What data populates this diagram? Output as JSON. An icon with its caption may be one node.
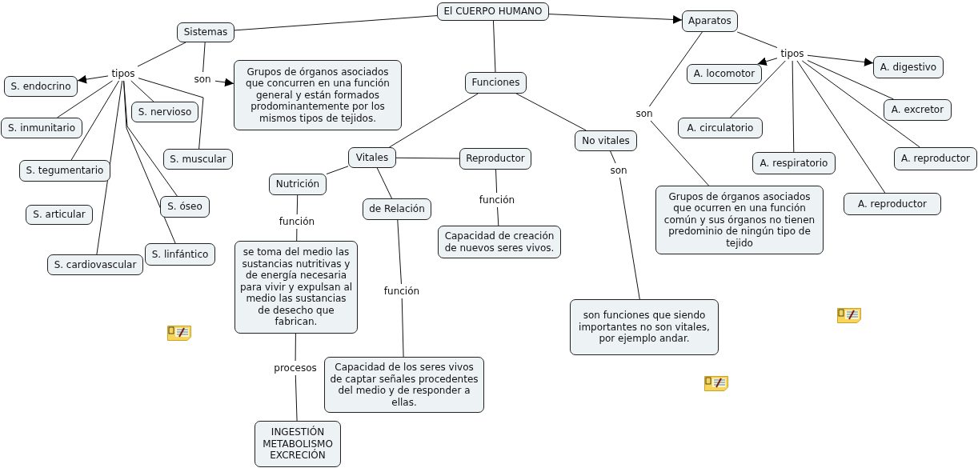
{
  "diagram": {
    "nodes": [
      {
        "text": [
          "El CUERPO HUMANO"
        ]
      },
      {
        "text": [
          "Sistemas"
        ]
      },
      {
        "text": [
          "Aparatos"
        ]
      },
      {
        "text": [
          "Funciones"
        ]
      },
      {
        "text": [
          "tipos"
        ]
      },
      {
        "text": [
          "son"
        ]
      },
      {
        "text": [
          "Grupos de órganos asociados que concurren en una función general y están formados prodominantemente por los mismos tipos de tejidos."
        ]
      },
      {
        "text": [
          "S. endocrino"
        ]
      },
      {
        "text": [
          "S. inmunitario"
        ]
      },
      {
        "text": [
          "S. nervioso"
        ]
      },
      {
        "text": [
          "S. tegumentario"
        ]
      },
      {
        "text": [
          "S. muscular"
        ]
      },
      {
        "text": [
          "S. articular"
        ]
      },
      {
        "text": [
          "S. óseo"
        ]
      },
      {
        "text": [
          "S. linfántico"
        ]
      },
      {
        "text": [
          "S. cardiovascular"
        ]
      },
      {
        "text": [
          "Vitales"
        ]
      },
      {
        "text": [
          "Reproductor"
        ]
      },
      {
        "text": [
          "No vitales"
        ]
      },
      {
        "text": [
          "Nutrición"
        ]
      },
      {
        "text": [
          "de Relación"
        ]
      },
      {
        "text": [
          "función"
        ]
      },
      {
        "text": [
          "función"
        ]
      },
      {
        "text": [
          "son"
        ]
      },
      {
        "text": [
          "se toma del medio las sustancias nutritivas y de energía necesaria para vivir y expulsan al medio las sustancias de desecho que fabrican."
        ]
      },
      {
        "text": [
          "Capacidad de creación de nuevos seres vivos."
        ]
      },
      {
        "text": [
          "procesos"
        ]
      },
      {
        "text": [
          "función"
        ]
      },
      {
        "text": [
          "Capacidad de los seres vivos de captar señales procedentes del medio y de responder a ellas."
        ]
      },
      {
        "text": [
          "INGESTIÓN METABOLISMO EXCRECIÓN"
        ]
      },
      {
        "text": [
          "son funciones que siendo importantes no son vitales, por ejemplo andar."
        ]
      },
      {
        "text": [
          "tipos"
        ]
      },
      {
        "text": [
          "son"
        ]
      },
      {
        "text": [
          "A. locomotor"
        ]
      },
      {
        "text": [
          "A. digestivo"
        ]
      },
      {
        "text": [
          "A. circulatorio"
        ]
      },
      {
        "text": [
          "A. excretor"
        ]
      },
      {
        "text": [
          "A. respiratorio"
        ]
      },
      {
        "text": [
          "A. reproductor"
        ]
      },
      {
        "text": [
          "A. reproductor"
        ]
      },
      {
        "text": [
          "Grupos de órganos asociados que ocurren en una función común y sus órganos no tienen predominio de ningún tipo de tejido"
        ]
      }
    ],
    "edges": [
      {
        "from": 0,
        "to": 1,
        "arrow": "none"
      },
      {
        "from": 0,
        "to": 2,
        "arrow": "to"
      },
      {
        "from": 0,
        "to": 3,
        "arrow": "none"
      },
      {
        "from": 1,
        "to": 4,
        "arrow": "none"
      },
      {
        "from": 4,
        "to": 7,
        "arrow": "to"
      },
      {
        "from": 4,
        "to": 8,
        "arrow": "none"
      },
      {
        "from": 4,
        "to": 9,
        "arrow": "none"
      },
      {
        "from": 4,
        "to": 10,
        "arrow": "none"
      },
      {
        "from": 4,
        "to": 11,
        "arrow": "none"
      },
      {
        "from": 4,
        "to": 13,
        "arrow": "none"
      },
      {
        "from": 4,
        "to": 14,
        "arrow": "none"
      },
      {
        "from": 4,
        "to": 15,
        "arrow": "none"
      },
      {
        "from": 1,
        "to": 5,
        "arrow": "none"
      },
      {
        "from": 5,
        "to": 6,
        "arrow": "to"
      },
      {
        "from": 3,
        "to": 16,
        "arrow": "none"
      },
      {
        "from": 3,
        "to": 18,
        "arrow": "none"
      },
      {
        "from": 16,
        "to": 17,
        "arrow": "none"
      },
      {
        "from": 16,
        "to": 19,
        "arrow": "none"
      },
      {
        "from": 16,
        "to": 20,
        "arrow": "none"
      },
      {
        "from": 19,
        "to": 21,
        "arrow": "none"
      },
      {
        "from": 21,
        "to": 24,
        "arrow": "none"
      },
      {
        "from": 17,
        "to": 22,
        "arrow": "none"
      },
      {
        "from": 22,
        "to": 25,
        "arrow": "none"
      },
      {
        "from": 24,
        "to": 26,
        "arrow": "none"
      },
      {
        "from": 26,
        "to": 29,
        "arrow": "none"
      },
      {
        "from": 20,
        "to": 27,
        "arrow": "none"
      },
      {
        "from": 27,
        "to": 28,
        "arrow": "none"
      },
      {
        "from": 18,
        "to": 23,
        "arrow": "none"
      },
      {
        "from": 23,
        "to": 30,
        "arrow": "none"
      },
      {
        "from": 2,
        "to": 31,
        "arrow": "none"
      },
      {
        "from": 31,
        "to": 33,
        "arrow": "to"
      },
      {
        "from": 31,
        "to": 34,
        "arrow": "to"
      },
      {
        "from": 31,
        "to": 35,
        "arrow": "none"
      },
      {
        "from": 31,
        "to": 36,
        "arrow": "none"
      },
      {
        "from": 31,
        "to": 37,
        "arrow": "none"
      },
      {
        "from": 31,
        "to": 38,
        "arrow": "none"
      },
      {
        "from": 31,
        "to": 39,
        "arrow": "none"
      },
      {
        "from": 2,
        "to": 32,
        "arrow": "none"
      },
      {
        "from": 32,
        "to": 40,
        "arrow": "none"
      }
    ]
  }
}
